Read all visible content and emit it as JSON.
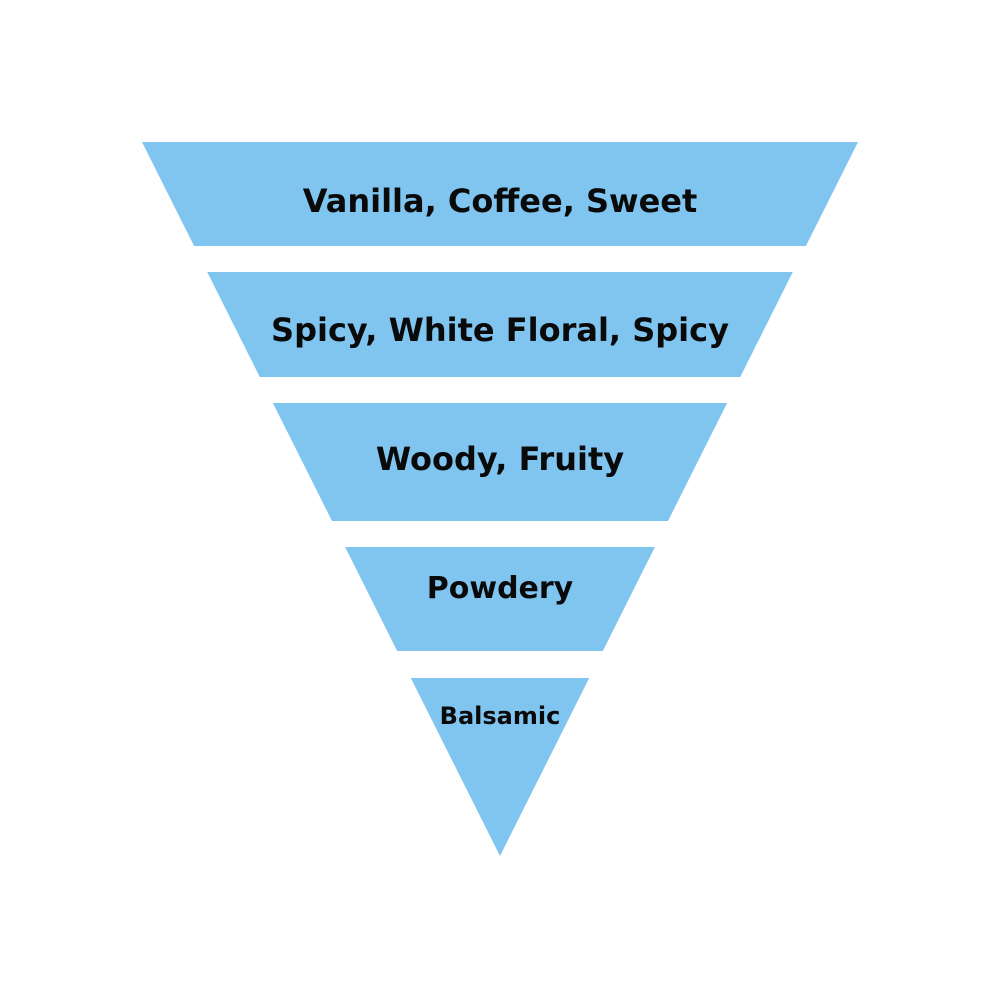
{
  "diagram": {
    "type": "inverted-pyramid",
    "fill_color": "#7fc5f0",
    "text_color": "#0a0a0a",
    "tiers": [
      {
        "label": "Vanilla, Coffee, Sweet"
      },
      {
        "label": "Spicy, White Floral, Spicy"
      },
      {
        "label": "Woody, Fruity"
      },
      {
        "label": "Powdery"
      },
      {
        "label": "Balsamic"
      }
    ]
  }
}
